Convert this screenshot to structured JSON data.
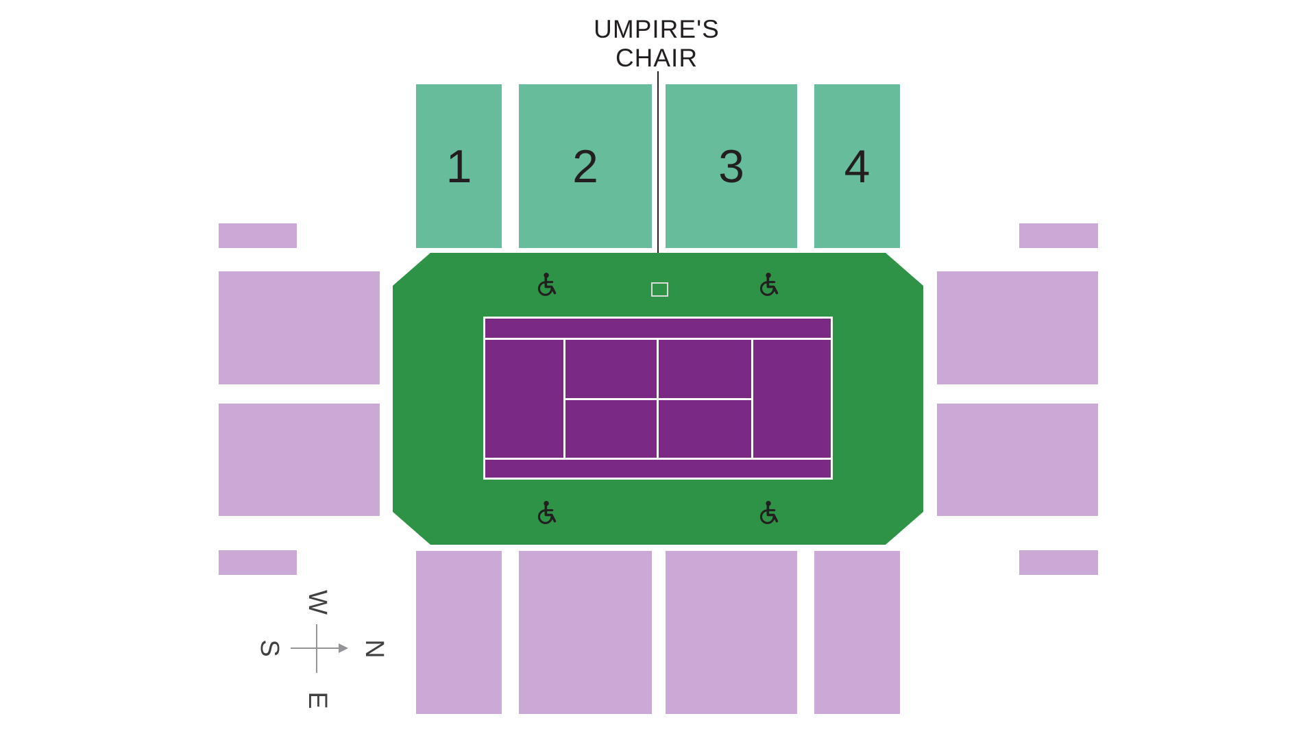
{
  "title": {
    "line1": "UMPIRE'S",
    "line2": "CHAIR"
  },
  "top_stand": {
    "sections": [
      {
        "label": "1"
      },
      {
        "label": "2"
      },
      {
        "label": "3"
      },
      {
        "label": "4"
      }
    ]
  },
  "bottom_stand": {
    "section_count": 4,
    "labels_visible": false
  },
  "left_stand": {
    "block_count": 2,
    "small_bar_count": 2
  },
  "right_stand": {
    "block_count": 2,
    "small_bar_count": 2
  },
  "court": {
    "type": "tennis-court",
    "marker": "umpire-chair-square",
    "accessible_seating": {
      "icon": "wheelchair-icon",
      "locations": 4
    }
  },
  "compass": {
    "top": "W",
    "left": "S",
    "right": "N",
    "bottom": "E",
    "arrow_points_to": "N"
  },
  "colors": {
    "top_stand_teal": "#67bd9b",
    "court_surround_green": "#2f9347",
    "court_purple": "#7b2a83",
    "stand_lavender": "#caa9d6",
    "court_line_white": "#ffffff",
    "compass_gray": "#939598",
    "text_dark": "#231f20"
  }
}
